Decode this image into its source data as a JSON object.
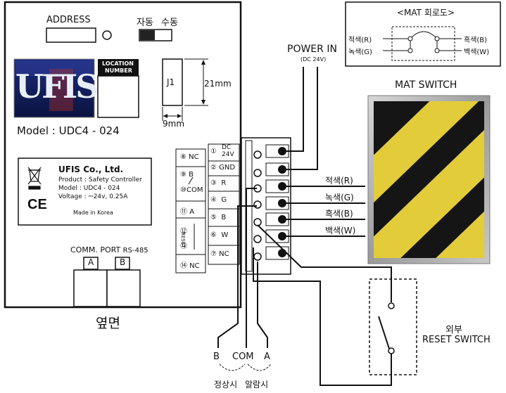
{
  "controller": {
    "address_label": "ADDRESS",
    "mode_auto": "자동",
    "mode_manual": "수동",
    "location_label_1": "LOCATION",
    "location_label_2": "NUMBER",
    "logo_text": "UFIS",
    "j1_label": "J1",
    "dim_height": "21mm",
    "dim_width": "9mm",
    "model": "Model : UDC4 - 024",
    "side_label": "옆면",
    "comm_port_label": "COMM. PORT",
    "comm_port_type": "RS-485",
    "port_a": "A",
    "port_b": "B"
  },
  "product_label": {
    "company": "UFIS Co., Ltd.",
    "product": "Product : Safety Controller",
    "model": "Model : UDC4 - 024",
    "voltage_prefix": "Voltage : ",
    "voltage_symbol": "⎓",
    "voltage_value": "24v, 0.25A",
    "made_in": "Made in Korea",
    "ce_mark": "CE"
  },
  "left_terminals": {
    "t8": "⑧ NC",
    "t9": "⑨",
    "t9_suffix": "B",
    "t10": "⑩",
    "t10_suffix": "COM",
    "t11": "⑪",
    "t11_suffix": "A",
    "t12": "⑫",
    "t13": "⑬",
    "reset": "RESET",
    "t14": "⑭ NC"
  },
  "right_terminals": {
    "t1": "①",
    "t1_text_1": "DC",
    "t1_text_2": "24V",
    "t2": "②",
    "t2_text": "GND",
    "t3": "③",
    "t3_text": "R",
    "t4": "④",
    "t4_text": "G",
    "t5": "⑤",
    "t5_text": "B",
    "t6": "⑥",
    "t6_text": "W",
    "t7": "⑦",
    "t7_text": "NC"
  },
  "power": {
    "title": "POWER IN",
    "subtitle": "(DC 24V)"
  },
  "mat_circuit": {
    "title": "<MAT 회로도>",
    "left_top": "적색(R)",
    "left_bottom": "녹색(G)",
    "right_top": "흑색(B)",
    "right_bottom": "백색(W)"
  },
  "mat_switch": {
    "title": "MAT SWITCH",
    "stripe_color": "#e3cc3a",
    "dark_color": "#151515"
  },
  "wire_labels": {
    "red": "적색(R)",
    "green": "녹색(G)",
    "black": "흑색(B)",
    "white": "백색(W)"
  },
  "reset_switch": {
    "line1": "외부",
    "line2": "RESET SWITCH"
  },
  "output": {
    "b": "B",
    "com": "COM",
    "a": "A",
    "normal": "정상시",
    "alarm": "알람시"
  }
}
